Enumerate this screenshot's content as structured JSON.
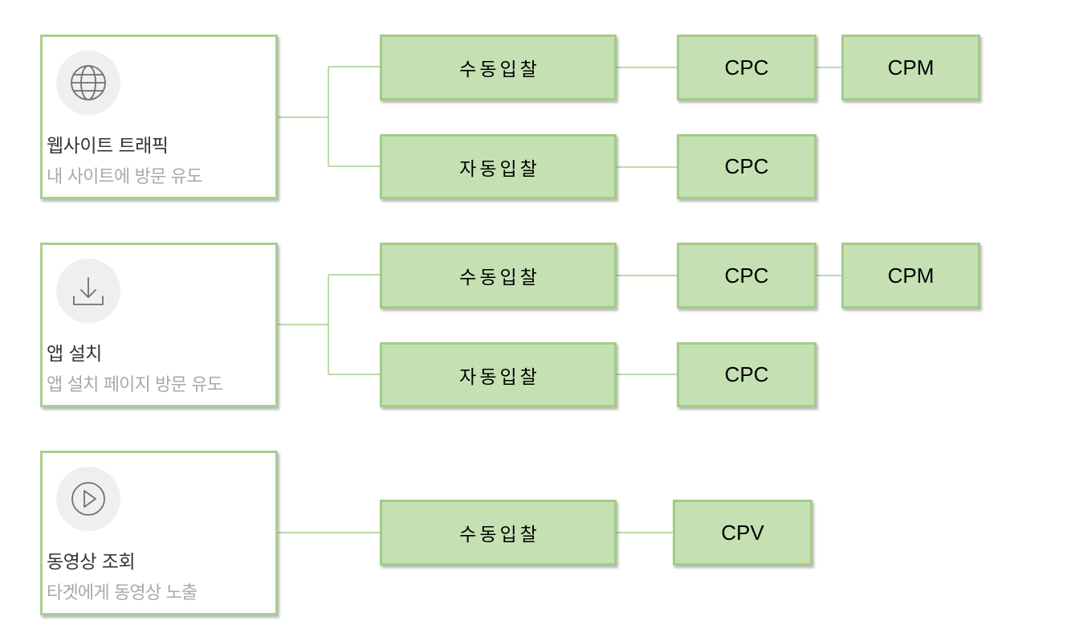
{
  "colors": {
    "card_border": "#a7cf8c",
    "node_fill": "#c5e0b3",
    "node_border": "#a3cc86",
    "connector": "#a7cf8c",
    "icon_circle": "#efefef",
    "icon_stroke": "#707070",
    "title_text": "#333333",
    "subtitle_text": "#a9a9a9"
  },
  "goals": [
    {
      "icon": "globe-icon",
      "title": "웹사이트 트래픽",
      "subtitle": "내 사이트에 방문 유도",
      "bids": [
        {
          "label": "수동입찰",
          "models": [
            "CPC",
            "CPM"
          ]
        },
        {
          "label": "자동입찰",
          "models": [
            "CPC"
          ]
        }
      ]
    },
    {
      "icon": "download-icon",
      "title": "앱 설치",
      "subtitle": "앱 설치 페이지 방문 유도",
      "bids": [
        {
          "label": "수동입찰",
          "models": [
            "CPC",
            "CPM"
          ]
        },
        {
          "label": "자동입찰",
          "models": [
            "CPC"
          ]
        }
      ]
    },
    {
      "icon": "play-icon",
      "title": "동영상 조회",
      "subtitle": "타겟에게 동영상 노출",
      "bids": [
        {
          "label": "수동입찰",
          "models": [
            "CPV"
          ]
        }
      ]
    }
  ]
}
